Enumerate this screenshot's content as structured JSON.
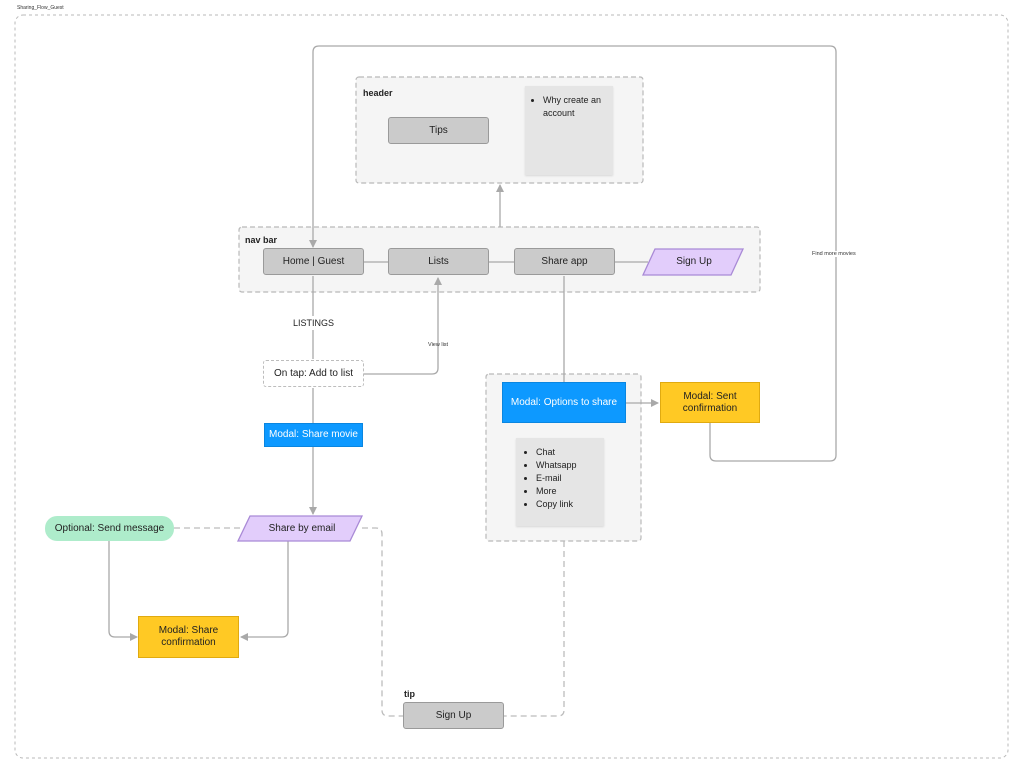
{
  "frame": {
    "title": "Sharing_Flow_Guest"
  },
  "groups": {
    "header": "header",
    "nav_bar": "nav bar",
    "tip": "tip"
  },
  "nodes": {
    "tips": "Tips",
    "home_guest": "Home | Guest",
    "lists": "Lists",
    "share_app": "Share app",
    "sign_up_nav": "Sign Up",
    "listings": "LISTINGS",
    "on_tap_add_to_list": "On tap: Add to list",
    "modal_share_movie": "Modal: Share movie",
    "modal_options_to_share": "Modal: Options to share",
    "modal_sent_confirmation": "Modal: Sent confirmation",
    "optional_send_message": "Optional: Send message",
    "share_by_email": "Share by email",
    "modal_share_confirmation": "Modal: Share confirmation",
    "sign_up_tip": "Sign Up"
  },
  "notes": {
    "header_note": [
      "Why create an account"
    ],
    "share_options": [
      "Chat",
      "Whatsapp",
      "E-mail",
      "More",
      "Copy link"
    ]
  },
  "edge_labels": {
    "view_list": "View list",
    "find_more_movies": "Find more movies"
  },
  "colors": {
    "gray_node": "#cbcbcb",
    "blue_modal": "#0d99ff",
    "yellow_modal": "#ffc924",
    "green_optional": "#aeeccb",
    "purple_parallelogram": "#e2cdfb",
    "connector": "#a9a9a9"
  }
}
